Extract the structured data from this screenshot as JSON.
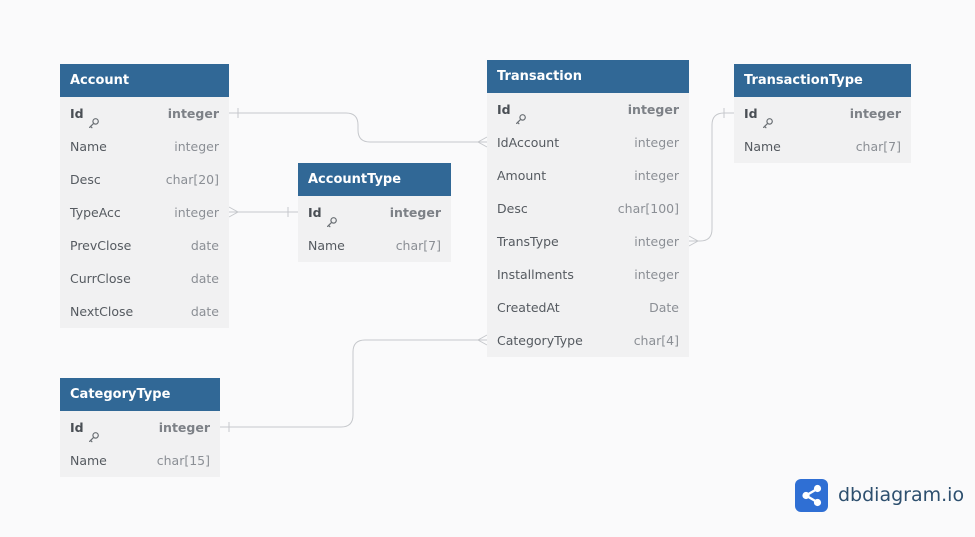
{
  "tables": {
    "account": {
      "name": "Account",
      "fields": [
        {
          "name": "Id",
          "type": "integer",
          "pk": true
        },
        {
          "name": "Name",
          "type": "integer"
        },
        {
          "name": "Desc",
          "type": "char[20]"
        },
        {
          "name": "TypeAcc",
          "type": "integer"
        },
        {
          "name": "PrevClose",
          "type": "date"
        },
        {
          "name": "CurrClose",
          "type": "date"
        },
        {
          "name": "NextClose",
          "type": "date"
        }
      ]
    },
    "account_type": {
      "name": "AccountType",
      "fields": [
        {
          "name": "Id",
          "type": "integer",
          "pk": true
        },
        {
          "name": "Name",
          "type": "char[7]"
        }
      ]
    },
    "transaction": {
      "name": "Transaction",
      "fields": [
        {
          "name": "Id",
          "type": "integer",
          "pk": true
        },
        {
          "name": "IdAccount",
          "type": "integer"
        },
        {
          "name": "Amount",
          "type": "integer"
        },
        {
          "name": "Desc",
          "type": "char[100]"
        },
        {
          "name": "TransType",
          "type": "integer"
        },
        {
          "name": "Installments",
          "type": "integer"
        },
        {
          "name": "CreatedAt",
          "type": "Date"
        },
        {
          "name": "CategoryType",
          "type": "char[4]"
        }
      ]
    },
    "transaction_type": {
      "name": "TransactionType",
      "fields": [
        {
          "name": "Id",
          "type": "integer",
          "pk": true
        },
        {
          "name": "Name",
          "type": "char[7]"
        }
      ]
    },
    "category_type": {
      "name": "CategoryType",
      "fields": [
        {
          "name": "Id",
          "type": "integer",
          "pk": true
        },
        {
          "name": "Name",
          "type": "char[15]"
        }
      ]
    }
  },
  "relations": [
    {
      "from": "account.Id",
      "to": "transaction.IdAccount",
      "cardinality": "one-to-many"
    },
    {
      "from": "account_type.Id",
      "to": "account.TypeAcc",
      "cardinality": "one-to-many"
    },
    {
      "from": "transaction_type.Id",
      "to": "transaction.TransType",
      "cardinality": "one-to-many"
    },
    {
      "from": "category_type.Id",
      "to": "transaction.CategoryType",
      "cardinality": "one-to-many"
    }
  ],
  "logo": {
    "text": "dbdiagram.io",
    "icon": "share-nodes-icon",
    "color": "#2f6fd4"
  },
  "colors": {
    "header": "#316896",
    "body": "#f1f1f2",
    "connector": "#c6c8cc"
  }
}
